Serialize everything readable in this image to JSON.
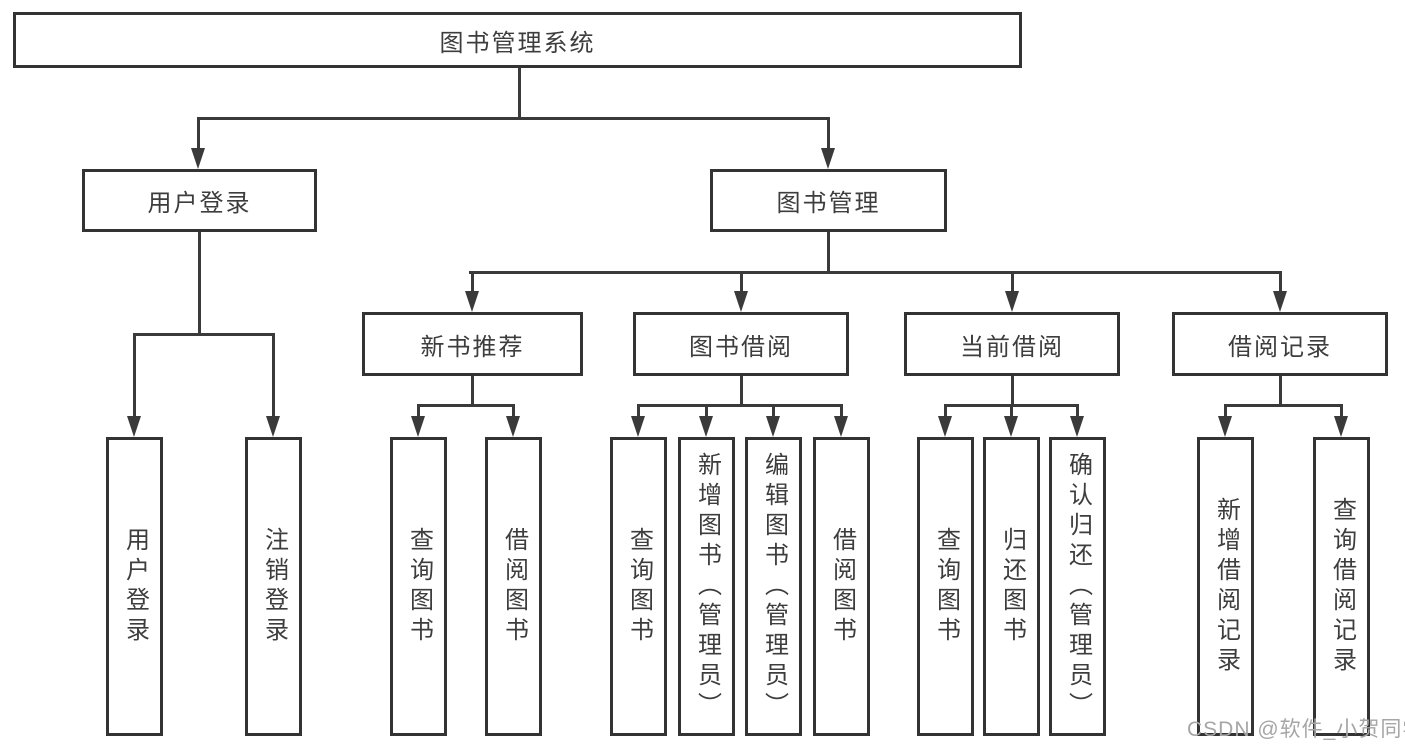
{
  "colors": {
    "background": "#ffffff",
    "line": "#3a3a3a",
    "box_border": "#333333",
    "text": "#3d3d3d",
    "watermark": "#a6a6a6"
  },
  "diagram": {
    "root": {
      "label": "图书管理系统"
    },
    "branches": [
      {
        "label": "用户登录",
        "leaves": [
          "用户登录",
          "注销登录"
        ]
      },
      {
        "label": "图书管理",
        "groups": [
          {
            "label": "新书推荐",
            "leaves": [
              "查询图书",
              "借阅图书"
            ]
          },
          {
            "label": "图书借阅",
            "leaves": [
              "查询图书",
              "新增图书（管理员）",
              "编辑图书（管理员）",
              "借阅图书"
            ]
          },
          {
            "label": "当前借阅",
            "leaves": [
              "查询图书",
              "归还图书",
              "确认归还（管理员）"
            ]
          },
          {
            "label": "借阅记录",
            "leaves": [
              "新增借阅记录",
              "查询借阅记录"
            ]
          }
        ]
      }
    ]
  },
  "watermark": {
    "text": "CSDN @软件_小贺同学"
  }
}
